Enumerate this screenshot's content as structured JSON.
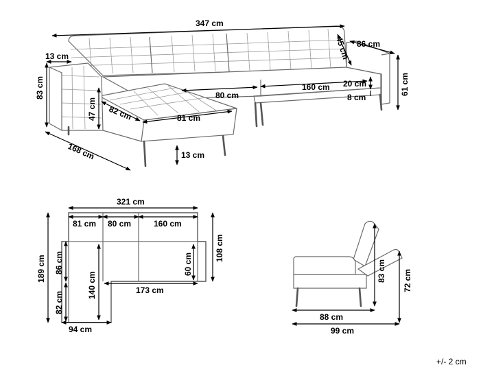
{
  "colors": {
    "outline": "#6b6b6b",
    "dimension": "#000000",
    "background": "#ffffff"
  },
  "perspective": {
    "total_width": "347 cm",
    "arm_width": "13 cm",
    "seat_depth": "86 cm",
    "back_recline": "45 cm",
    "total_height": "83 cm",
    "seat_height": "61 cm",
    "seat_cushion": "20 cm",
    "seat_frame": "8 cm",
    "section_mid": "80 cm",
    "section_right": "160 cm",
    "chaise_width": "81 cm",
    "chaise_depth": "82 cm",
    "arm_height": "47 cm",
    "leg_height": "13 cm",
    "chaise_total_depth": "168 cm"
  },
  "top_view": {
    "total_width": "321 cm",
    "seg_left": "81 cm",
    "seg_mid": "80 cm",
    "seg_right": "160 cm",
    "back_depth": "108 cm",
    "seat_depth": "60 cm",
    "total_depth": "189 cm",
    "upper_depth": "86 cm",
    "lower_depth": "82 cm",
    "chaise_length": "140 cm",
    "seat_run": "173 cm",
    "chaise_width": "94 cm"
  },
  "side_view": {
    "height_back": "83 cm",
    "height_reclined": "72 cm",
    "depth": "88 cm",
    "depth_reclined": "99 cm"
  },
  "tolerance": "+/- 2 cm"
}
